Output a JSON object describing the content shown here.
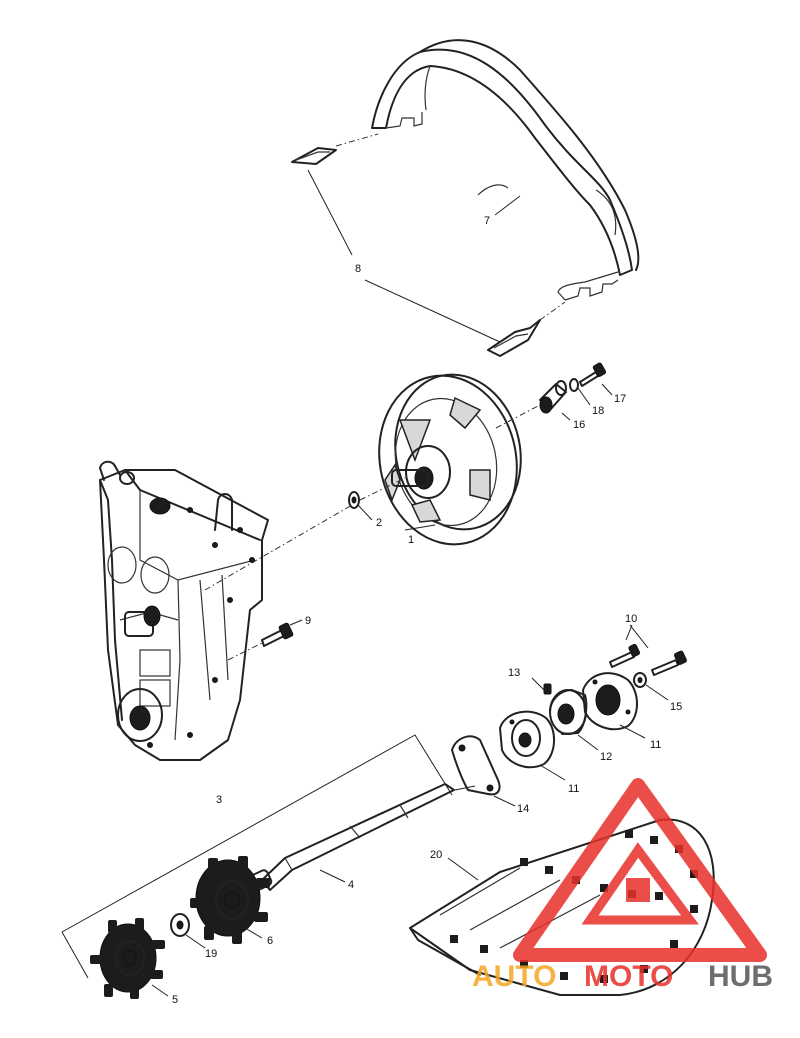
{
  "callouts": [
    {
      "id": "c1",
      "text": "1"
    },
    {
      "id": "c2",
      "text": "2"
    },
    {
      "id": "c3",
      "text": "3"
    },
    {
      "id": "c4",
      "text": "4"
    },
    {
      "id": "c5",
      "text": "5"
    },
    {
      "id": "c6",
      "text": "6"
    },
    {
      "id": "c7",
      "text": "7"
    },
    {
      "id": "c8",
      "text": "8"
    },
    {
      "id": "c9",
      "text": "9"
    },
    {
      "id": "c10",
      "text": "10"
    },
    {
      "id": "c11a",
      "text": "11"
    },
    {
      "id": "c11b",
      "text": "11"
    },
    {
      "id": "c12",
      "text": "12"
    },
    {
      "id": "c13",
      "text": "13"
    },
    {
      "id": "c14",
      "text": "14"
    },
    {
      "id": "c15",
      "text": "15"
    },
    {
      "id": "c16",
      "text": "16"
    },
    {
      "id": "c17",
      "text": "17"
    },
    {
      "id": "c18",
      "text": "18"
    },
    {
      "id": "c19",
      "text": "19"
    },
    {
      "id": "c20",
      "text": "20"
    }
  ],
  "watermark": {
    "part1": "AUTO",
    "part2": "MOTO",
    "part3": "HUB",
    "color_orange": "#f5a623",
    "color_red": "#e8302a",
    "color_grey": "#555555"
  }
}
